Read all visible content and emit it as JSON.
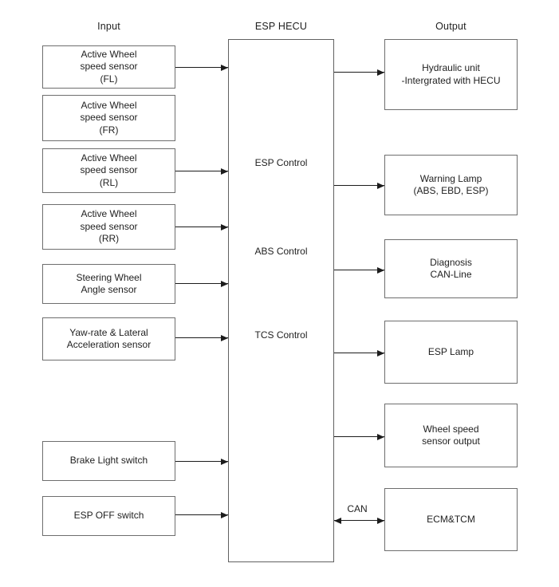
{
  "headers": {
    "input": "Input",
    "center": "ESP HECU",
    "output": "Output"
  },
  "inputs": [
    {
      "label": "Active Wheel\nspeed sensor\n(FL)"
    },
    {
      "label": "Active Wheel\nspeed sensor\n(FR)"
    },
    {
      "label": "Active Wheel\nspeed sensor\n(RL)"
    },
    {
      "label": "Active Wheel\nspeed sensor\n(RR)"
    },
    {
      "label": "Steering Wheel\nAngle sensor"
    },
    {
      "label": "Yaw-rate & Lateral\nAcceleration sensor"
    },
    {
      "label": "Brake Light switch"
    },
    {
      "label": "ESP OFF switch"
    }
  ],
  "center": {
    "labels": [
      "ESP Control",
      "ABS Control",
      "TCS Control"
    ]
  },
  "outputs": [
    {
      "label": "Hydraulic unit\n-Intergrated with HECU"
    },
    {
      "label": "Warning Lamp\n(ABS, EBD, ESP)"
    },
    {
      "label": "Diagnosis\nCAN-Line"
    },
    {
      "label": "ESP Lamp"
    },
    {
      "label": "Wheel speed\nsensor output"
    },
    {
      "label": "ECM&TCM"
    }
  ],
  "can_label": "CAN",
  "colors": {
    "background": "#ffffff",
    "box_border": "#6e6e6e",
    "text": "#1f1f1f",
    "arrow": "#1c1c1c"
  }
}
